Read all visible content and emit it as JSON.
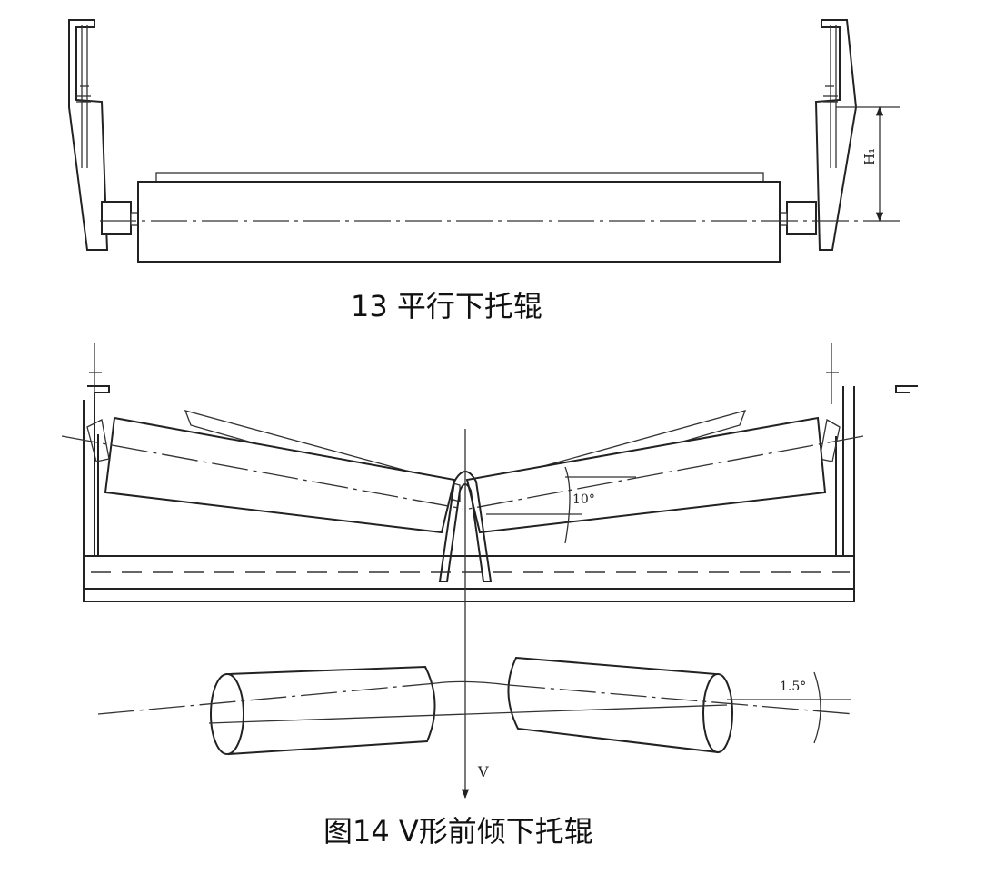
{
  "figure13": {
    "caption": "13 平行下托辊",
    "dimension_label": "H₁"
  },
  "figure14": {
    "caption": "图14 V形前倾下托辊",
    "angle_label_top": "10°",
    "angle_label_bottom": "1.5°",
    "direction_label": "V"
  }
}
